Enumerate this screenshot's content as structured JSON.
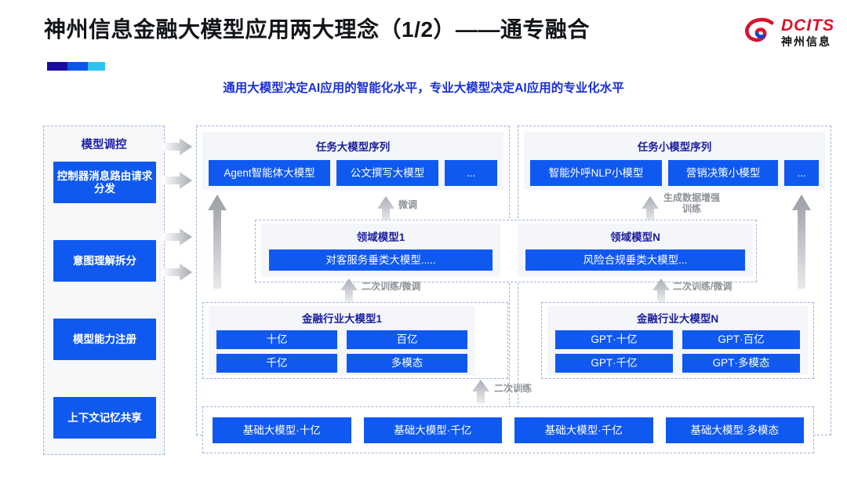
{
  "header": {
    "title": "神州信息金融大模型应用两大理念（1/2）——通专融合",
    "subtitle": "通用大模型决定AI应用的智能化水平，专业大模型决定AI应用的专业化水平",
    "logo": {
      "en": "DCITS",
      "cn": "神州信息",
      "mark": "spiral-logo-icon"
    },
    "accent_colors": [
      "#1a0d9e",
      "#0b55e8",
      "#2fc4ef"
    ]
  },
  "colors": {
    "blue_box": "#1059f0",
    "group_title": "#1a1f9e",
    "arrow_grey": "#b9bdc4",
    "dashed_border": "#9fb3d6",
    "panel_grey": "#f4f6f9",
    "brand_red": "#d8112a"
  },
  "sidebar": {
    "title": "模型调控",
    "items": [
      {
        "label": "控制器消息路由请求分发"
      },
      {
        "label": "意图理解拆分"
      },
      {
        "label": "模型能力注册"
      },
      {
        "label": "上下文记忆共享"
      }
    ]
  },
  "task_large": {
    "title": "任务大模型序列",
    "items": [
      "Agent智能体大模型",
      "公文撰写大模型",
      "..."
    ]
  },
  "task_small": {
    "title": "任务小模型序列",
    "items": [
      "智能外呼NLP小模型",
      "营销决策小模型",
      "..."
    ]
  },
  "domain_models": [
    {
      "title": "领域模型1",
      "item": "对客服务垂类大模型....."
    },
    {
      "title": "领域模型N",
      "item": "风险合规垂类大模型..."
    }
  ],
  "industry_models": [
    {
      "title": "金融行业大模型1",
      "items": [
        "十亿",
        "百亿",
        "千亿",
        "多模态"
      ]
    },
    {
      "title": "金融行业大模型N",
      "items": [
        "GPT·十亿",
        "GPT·百亿",
        "GPT·千亿",
        "GPT·多模态"
      ]
    }
  ],
  "base_models": {
    "items": [
      "基础大模型·十亿",
      "基础大模型·千亿",
      "基础大模型·千亿",
      "基础大模型·多模态"
    ]
  },
  "arrow_labels": {
    "fine_tune": "微调",
    "data_augment": "生成数据增强\n训练",
    "data_augment_line1": "生成数据增强",
    "data_augment_line2": "训练",
    "retrain_tune_left": "二次训练/微调",
    "retrain_tune_right": "二次训练/微调",
    "retrain": "二次训练"
  }
}
